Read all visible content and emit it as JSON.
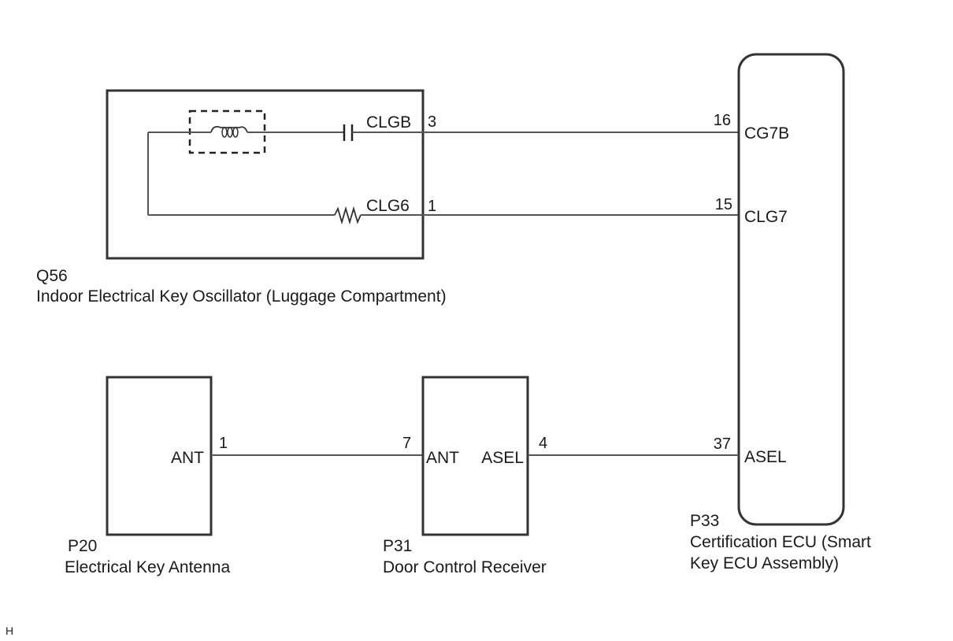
{
  "components": {
    "q56": {
      "code": "Q56",
      "name": "Indoor Electrical Key Oscillator (Luggage Compartment)",
      "terminals": [
        {
          "signal": "CLGB",
          "pin": "3"
        },
        {
          "signal": "CLG6",
          "pin": "1"
        }
      ],
      "internal_parts": [
        "inductor-coil",
        "capacitor",
        "resistor"
      ]
    },
    "p33": {
      "code": "P33",
      "name_line1": "Certification ECU (Smart",
      "name_line2": "Key ECU Assembly)",
      "terminals": [
        {
          "signal": "CG7B",
          "pin": "16"
        },
        {
          "signal": "CLG7",
          "pin": "15"
        },
        {
          "signal": "ASEL",
          "pin": "37"
        }
      ]
    },
    "p20": {
      "code": "P20",
      "name": "Electrical Key Antenna",
      "terminals": [
        {
          "signal": "ANT",
          "pin": "1"
        }
      ]
    },
    "p31": {
      "code": "P31",
      "name": "Door Control Receiver",
      "terminals": [
        {
          "signal": "ANT",
          "pin": "7"
        },
        {
          "signal": "ASEL",
          "pin": "4"
        }
      ]
    }
  },
  "connections": [
    {
      "from": "Q56.CLGB.3",
      "to": "P33.CG7B.16"
    },
    {
      "from": "Q56.CLG6.1",
      "to": "P33.CLG7.15"
    },
    {
      "from": "P20.ANT.1",
      "to": "P31.ANT.7"
    },
    {
      "from": "P31.ASEL.4",
      "to": "P33.ASEL.37"
    }
  ],
  "footer_mark": "H"
}
